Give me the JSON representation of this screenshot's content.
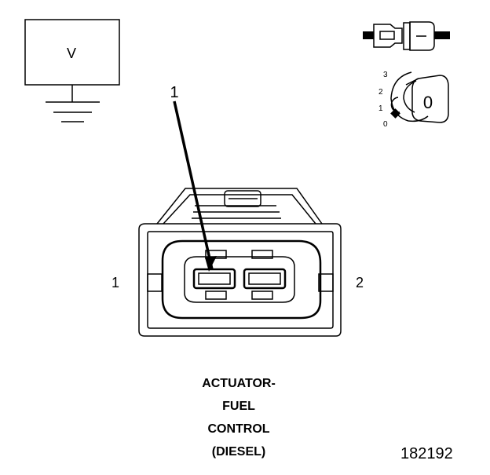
{
  "meter": {
    "label": "V"
  },
  "callout": {
    "number": "1"
  },
  "pins": {
    "left": "1",
    "right": "2"
  },
  "key_switch": {
    "positions": [
      "3",
      "2",
      "1",
      "0"
    ],
    "key_label": "0"
  },
  "title": {
    "lines": [
      "ACTUATOR-",
      "FUEL",
      "CONTROL",
      "(DIESEL)"
    ]
  },
  "figure_number": "182192"
}
